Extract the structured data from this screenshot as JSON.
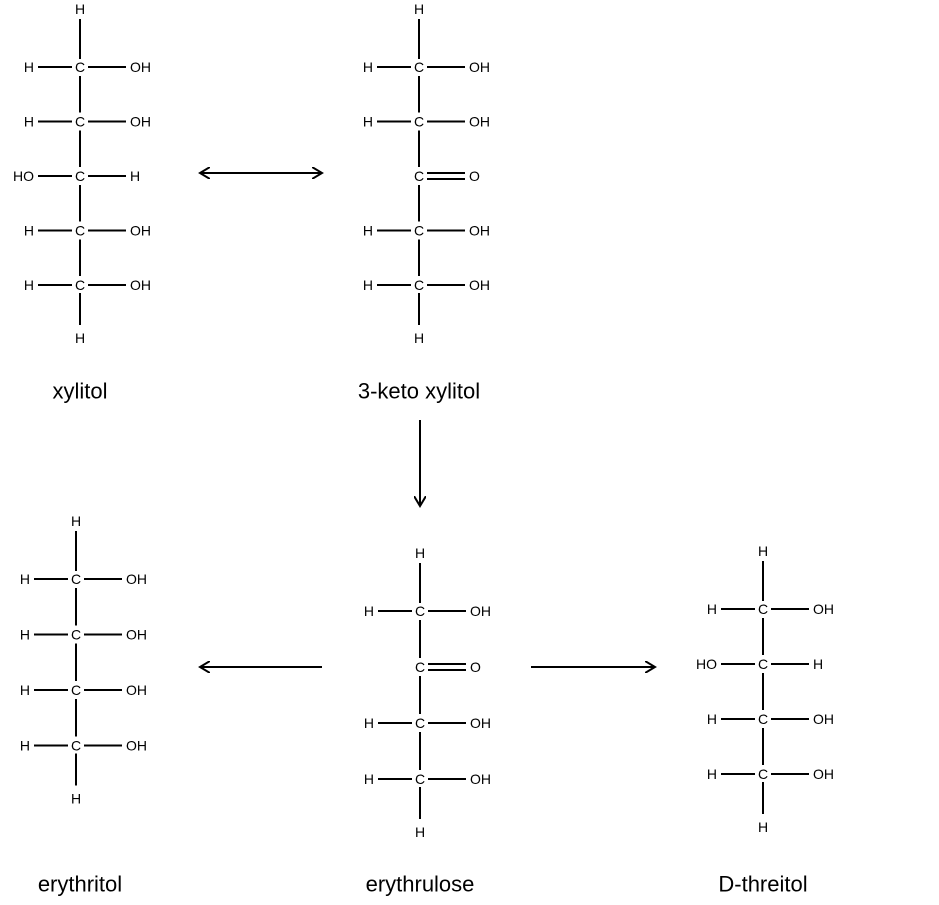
{
  "atoms": {
    "C": "C",
    "H": "H",
    "OH": "OH",
    "HO": "HO",
    "O": "O"
  },
  "molecules": [
    {
      "name": "xylitol",
      "chain": [
        {
          "left": "H",
          "right": "OH",
          "double": false
        },
        {
          "left": "H",
          "right": "OH",
          "double": false
        },
        {
          "left": "HO",
          "right": "H",
          "double": false
        },
        {
          "left": "H",
          "right": "OH",
          "double": false
        },
        {
          "left": "H",
          "right": "OH",
          "double": false
        }
      ]
    },
    {
      "name": "3-keto xylitol",
      "chain": [
        {
          "left": "H",
          "right": "OH",
          "double": false
        },
        {
          "left": "H",
          "right": "OH",
          "double": false
        },
        {
          "left": "",
          "right": "O",
          "double": true
        },
        {
          "left": "H",
          "right": "OH",
          "double": false
        },
        {
          "left": "H",
          "right": "OH",
          "double": false
        }
      ]
    },
    {
      "name": "erythritol",
      "chain": [
        {
          "left": "H",
          "right": "OH",
          "double": false
        },
        {
          "left": "H",
          "right": "OH",
          "double": false
        },
        {
          "left": "H",
          "right": "OH",
          "double": false
        },
        {
          "left": "H",
          "right": "OH",
          "double": false
        }
      ]
    },
    {
      "name": "erythrulose",
      "chain": [
        {
          "left": "H",
          "right": "OH",
          "double": false
        },
        {
          "left": "",
          "right": "O",
          "double": true
        },
        {
          "left": "H",
          "right": "OH",
          "double": false
        },
        {
          "left": "H",
          "right": "OH",
          "double": false
        }
      ]
    },
    {
      "name": "D-threitol",
      "chain": [
        {
          "left": "H",
          "right": "OH",
          "double": false
        },
        {
          "left": "HO",
          "right": "H",
          "double": false
        },
        {
          "left": "H",
          "right": "OH",
          "double": false
        },
        {
          "left": "H",
          "right": "OH",
          "double": false
        }
      ]
    }
  ],
  "reactions": [
    {
      "from": "xylitol",
      "to": "3-keto xylitol",
      "direction": "reversible"
    },
    {
      "from": "3-keto xylitol",
      "to": "erythrulose",
      "direction": "forward"
    },
    {
      "from": "erythrulose",
      "to": "erythritol",
      "direction": "forward"
    },
    {
      "from": "erythrulose",
      "to": "D-threitol",
      "direction": "forward"
    }
  ]
}
